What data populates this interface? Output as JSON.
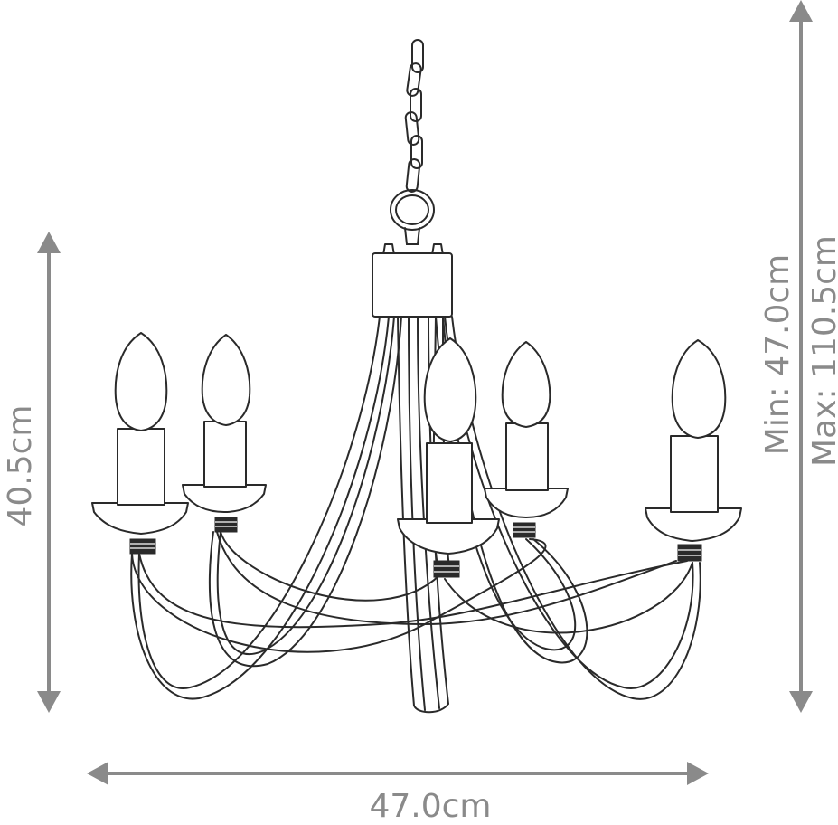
{
  "dimensions": {
    "height_label": "40.5cm",
    "width_label": "47.0cm",
    "drop_min_label": "Min: 47.0cm",
    "drop_max_label": "Max: 110.5cm"
  },
  "colors": {
    "dimension_gray": "#8a8a8a",
    "line_art": "#2a2a2a",
    "background": "#ffffff"
  },
  "illustration": {
    "candle_arms": 5
  }
}
